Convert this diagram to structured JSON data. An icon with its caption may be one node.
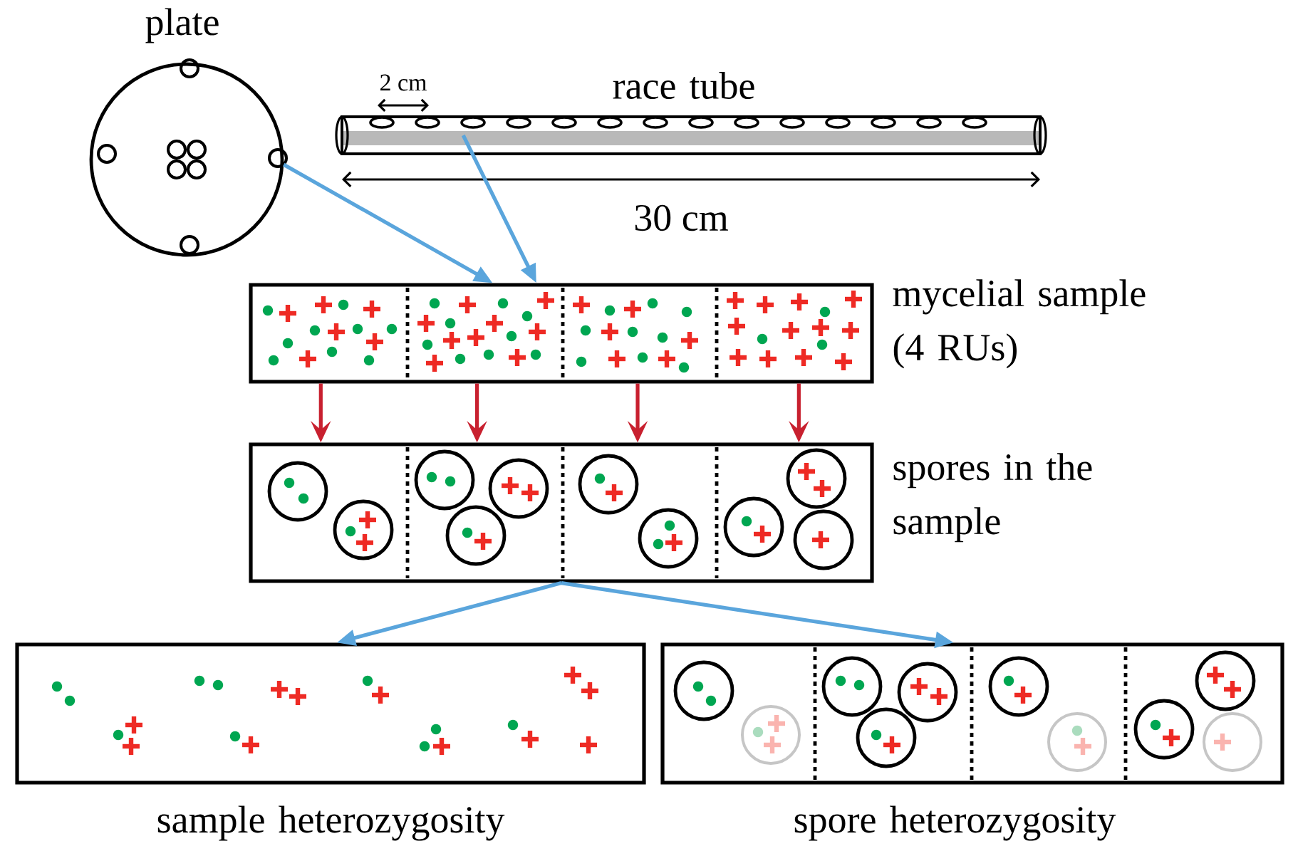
{
  "diagram": {
    "nodes": [
      {
        "text": [
          "plate"
        ]
      },
      {
        "text": [
          "race tube"
        ]
      },
      {
        "text": [
          "mycelial sample (4 RUs)"
        ]
      },
      {
        "text": [
          "spores in the sample"
        ]
      },
      {
        "text": [
          "sample heterozygosity"
        ]
      },
      {
        "text": [
          "spore heterozygosity"
        ]
      }
    ],
    "edges": [
      {
        "from": 0,
        "to": 2,
        "arrow": "to",
        "color": "#5aa5dc"
      },
      {
        "from": 1,
        "to": 2,
        "arrow": "to",
        "color": "#5aa5dc"
      },
      {
        "from": 2,
        "to": 3,
        "arrow": "to",
        "color": "#c8202f"
      },
      {
        "from": 2,
        "to": 3,
        "arrow": "to",
        "color": "#c8202f"
      },
      {
        "from": 2,
        "to": 3,
        "arrow": "to",
        "color": "#c8202f"
      },
      {
        "from": 2,
        "to": 3,
        "arrow": "to",
        "color": "#c8202f"
      },
      {
        "from": 3,
        "to": 4,
        "arrow": "to",
        "color": "#5aa5dc"
      },
      {
        "from": 3,
        "to": 5,
        "arrow": "to",
        "color": "#5aa5dc"
      }
    ],
    "labels": [
      "2 cm",
      "30 cm"
    ]
  }
}
